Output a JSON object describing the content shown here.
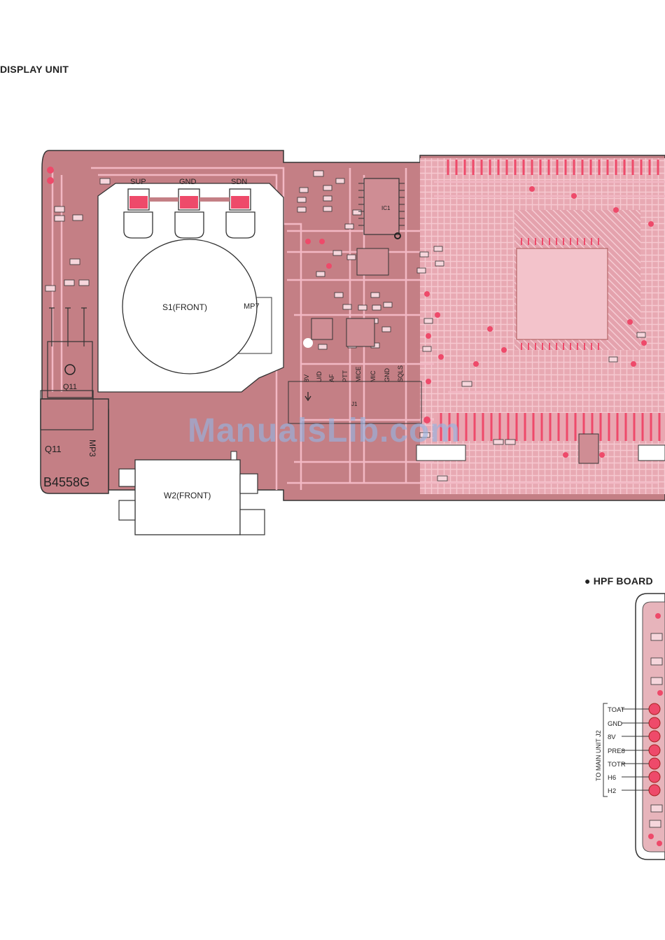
{
  "titles": {
    "display_unit": "DISPLAY UNIT",
    "hpf_board": "● HPF BOARD"
  },
  "display_unit": {
    "switch_pads": [
      "SUP",
      "GND",
      "SDN"
    ],
    "switch_s1": "S1(FRONT)",
    "mp7": "MP7",
    "transistor_label": "Q11",
    "q11_silk": "Q11",
    "mp3_silk": "MP3",
    "board_code": "B4558G",
    "connector_w2": "W2(FRONT)",
    "j1_pins": [
      "8V",
      "U/D",
      "AF",
      "PTT",
      "MICE",
      "MIC",
      "GND",
      "SQLS"
    ],
    "j1_label": "J1",
    "ic1_label": "IC1"
  },
  "hpf_board": {
    "pins": [
      "TOAT",
      "GND",
      "8V",
      "PRE8",
      "TOTR",
      "H6",
      "H2"
    ],
    "connector_label": "TO MAIN UNIT J2"
  },
  "watermark": "ManualsLib.com",
  "colors": {
    "board_fill": "#c47f85",
    "trace": "#f2b8c4",
    "pad": "#ee4a6a",
    "outline": "#333333"
  }
}
